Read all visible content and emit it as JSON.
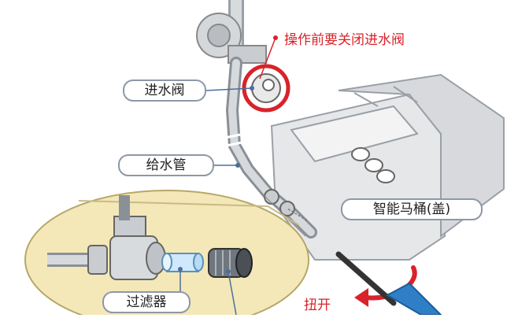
{
  "labels": {
    "warning": "操作前要关闭进水阀",
    "inlet_valve": "进水阀",
    "water_pipe": "给水管",
    "smart_toilet": "智能马桶(盖)",
    "filter": "过滤器",
    "unscrew": "扭开"
  },
  "colors": {
    "highlight_red": "#d8232a",
    "callout_yellow": "#f4e8b8",
    "pipe_gray": "#c9ccd0",
    "toilet_fill": "#e6e7e9",
    "screwdriver_blue": "#2f7fc6",
    "filter_blue": "#cfe8fb"
  },
  "icons": [
    "inlet-valve-icon",
    "screwdriver-icon",
    "filter-icon",
    "rotation-arrow-icon"
  ]
}
